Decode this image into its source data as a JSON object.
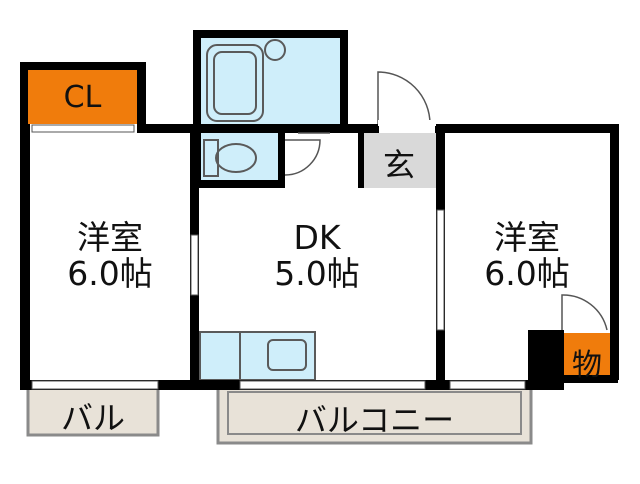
{
  "rooms": {
    "western_left": {
      "name": "洋室",
      "size": "6.0帖"
    },
    "dk": {
      "name": "DK",
      "size": "5.0帖"
    },
    "western_right": {
      "name": "洋室",
      "size": "6.0帖"
    }
  },
  "labels": {
    "closet": "CL",
    "entrance": "玄",
    "storage": "物",
    "balcony_small": "バル",
    "balcony_main": "バルコニー"
  },
  "colors": {
    "wall": "#000000",
    "closet_fill": "#f07c0c",
    "storage_fill": "#f07c0c",
    "wet_area_fill": "#cfeefa",
    "fixture_stroke": "#5a5a5a",
    "entrance_fill": "#d9d9d9",
    "balcony_fill": "#e8e2d8",
    "balcony_stroke": "#8a8a8a"
  }
}
